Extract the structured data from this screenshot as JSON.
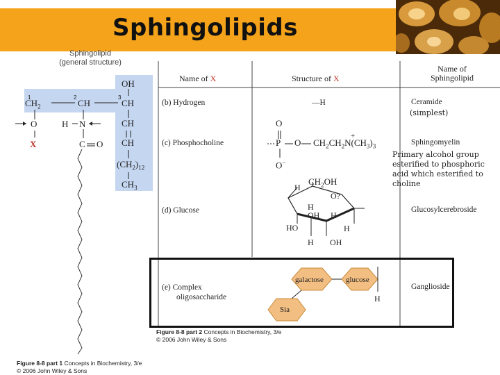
{
  "slide": {
    "title": "Sphingolipids"
  },
  "general": {
    "label_line1": "Sphingolipid",
    "label_line2": "(general structure)",
    "atoms": {
      "oh": "OH",
      "ch2": "CH",
      "ch2_sub": "2",
      "ch_1": "CH",
      "ch_2": "CH",
      "ch_3": "CH",
      "ch_4": "CH",
      "ch2_chain": "(CH",
      "ch2_chain_sub": "2",
      "ch2_chain_close": ")",
      "ch2_chain_n": "12",
      "ch3": "CH",
      "ch3_sub": "3",
      "o": "O",
      "x": "X",
      "h": "H",
      "n": "N",
      "c": "C",
      "co": "O",
      "num1": "1",
      "num2": "2",
      "num3": "3"
    }
  },
  "table": {
    "header_name_of": "Name of",
    "header_x": "X",
    "header_structure_of": "Structure of",
    "header_sphingo_1": "Name of",
    "header_sphingo_2": "Sphingolipid",
    "rows": [
      {
        "label": "(b)  Hydrogen",
        "structure": "—H",
        "sphingolipid": "Ceramide"
      },
      {
        "label": "(c)  Phosphocholine",
        "sphingolipid": "Sphingomyelin"
      },
      {
        "label": "(d)  Glucose",
        "sphingolipid": "Glucosylcerebroside"
      },
      {
        "label_1": "(e)  Complex",
        "label_2": "oligosaccharide",
        "sphingolipid": "Ganglioside"
      }
    ],
    "phospho": {
      "o_top": "O",
      "p": "P",
      "o_mid": "O",
      "chain": "CH",
      "chain2": "2",
      "chain3": "CH",
      "chain4": "2",
      "n": "N",
      "plus": "+",
      "ch3": "(CH",
      "ch3_sub": "3",
      "close": ")",
      "sub3": "3",
      "o_minus": "O",
      "minus": "−"
    },
    "glucose": {
      "ch2oh": "CH",
      "ch2oh_2": "2",
      "ch2oh_3": "OH",
      "h_top": "H",
      "o_ring": "O?",
      "h1": "H",
      "oh1": "OH",
      "h2": "H",
      "ho": "HO",
      "h3": "H",
      "h_bottom1": "H",
      "oh_bottom": "OH"
    },
    "oligo": {
      "galactose": "galactose",
      "glucose": "glucose",
      "sia": "Sia",
      "h": "H"
    }
  },
  "notes": {
    "simplest": "(simplest)",
    "sphingomyelin_note": [
      "Primary alcohol group",
      "esterified to phosphoric",
      "acid which esterified to",
      "choline"
    ]
  },
  "captions": {
    "part2_bold": "Figure 8-8 part 2",
    "part2_rest": "  Concepts in Biochemistry, 3/e",
    "part2_copy": "© 2006 John Wiley & Sons",
    "part1_bold": "Figure 8-8 part 1",
    "part1_rest": "  Concepts in Biochemistry, 3/e",
    "part1_copy": "© 2006 John Wiley & Sons"
  },
  "colors": {
    "banner": "#f5a31a",
    "highlight_blue": "#c5d6f0",
    "sugar_orange": "#f2be82",
    "x_red": "#c0392b"
  },
  "icons": [
    "photomicrograph-image"
  ]
}
